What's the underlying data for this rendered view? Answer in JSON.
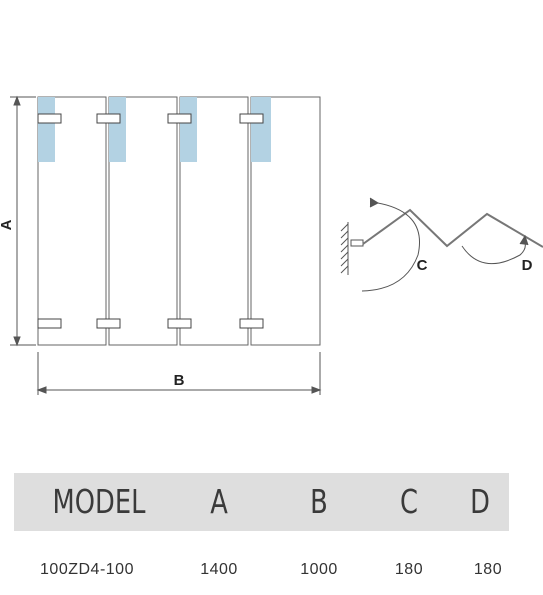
{
  "diagram": {
    "dimension_labels": {
      "height": "A",
      "width": "B",
      "angle_c": "C",
      "angle_d": "D"
    },
    "panel_count": 4
  },
  "spec_table": {
    "headers": [
      "MODEL",
      "A",
      "B",
      "C",
      "D"
    ],
    "rows": [
      [
        "100ZD4-100",
        "1400",
        "1000",
        "180",
        "180"
      ]
    ]
  },
  "colors": {
    "glass_tint": "#b3d2e3",
    "header_bg": "#dedede",
    "line": "#555555"
  }
}
